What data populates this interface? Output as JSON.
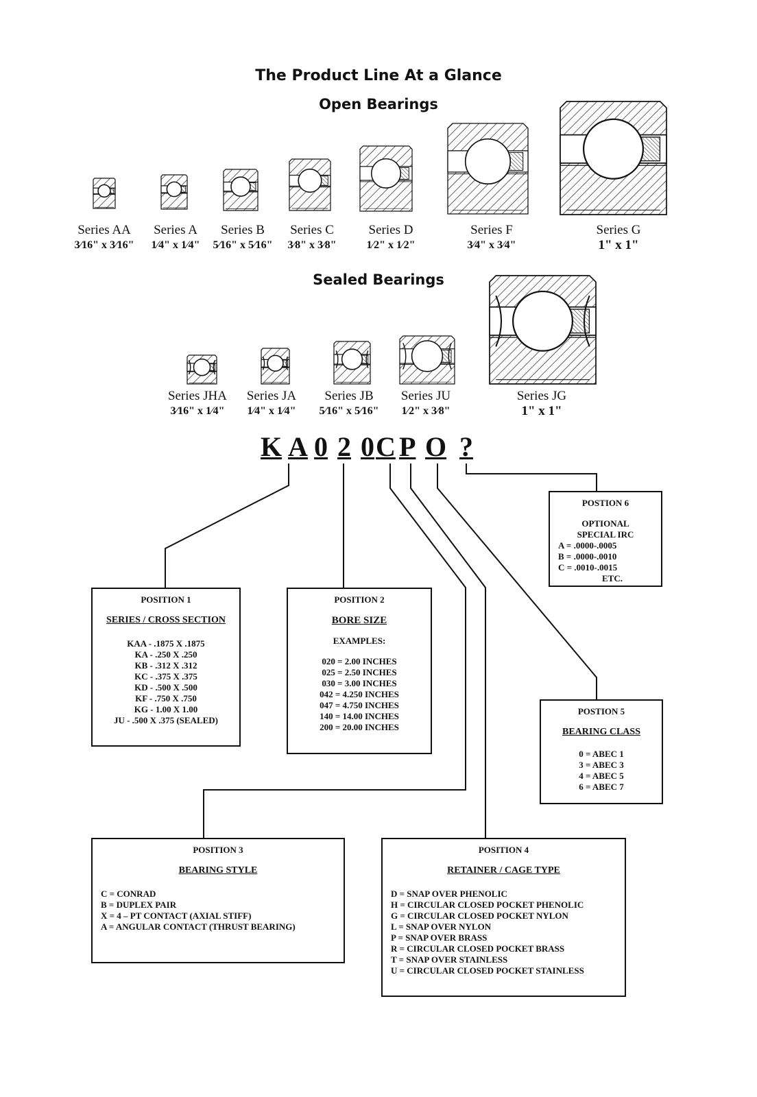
{
  "header": {
    "title": "The Product Line At a Glance",
    "open_title": "Open Bearings",
    "sealed_title": "Sealed Bearings"
  },
  "open_bearings": [
    {
      "name": "Series AA",
      "size": "3⁄16\" x 3⁄16\""
    },
    {
      "name": "Series A",
      "size": "1⁄4\" x 1⁄4\""
    },
    {
      "name": "Series B",
      "size": "5⁄16\" x 5⁄16\""
    },
    {
      "name": "Series C",
      "size": "3⁄8\" x 3⁄8\""
    },
    {
      "name": "Series D",
      "size": "1⁄2\" x 1⁄2\""
    },
    {
      "name": "Series F",
      "size": "3⁄4\" x 3⁄4\""
    },
    {
      "name": "Series G",
      "size": "1\" x 1\""
    }
  ],
  "sealed_bearings": [
    {
      "name": "Series JHA",
      "size": "3⁄16\" x 1⁄4\""
    },
    {
      "name": "Series JA",
      "size": "1⁄4\" x 1⁄4\""
    },
    {
      "name": "Series JB",
      "size": "5⁄16\" x 5⁄16\""
    },
    {
      "name": "Series JU",
      "size": "1⁄2\" x 3⁄8\""
    },
    {
      "name": "Series JG",
      "size": "1\" x 1\""
    }
  ],
  "part_code": [
    "K",
    "A",
    "0",
    "2",
    "0",
    "C",
    "P",
    "O",
    "?"
  ],
  "positions": {
    "p1": {
      "label": "POSITION 1",
      "title": "SERIES / CROSS SECTION",
      "lines": [
        "KAA - .1875 X .1875",
        "KA - .250 X .250",
        "KB - .312 X .312",
        "KC - .375 X .375",
        "KD - .500 X .500",
        "KF - .750 X .750",
        "KG - 1.00 X 1.00",
        "JU - .500 X .375 (SEALED)"
      ]
    },
    "p2": {
      "label": "POSITION 2",
      "title": "BORE SIZE",
      "subtitle": "EXAMPLES:",
      "lines": [
        "020 = 2.00 INCHES",
        "025 = 2.50 INCHES",
        "030 = 3.00 INCHES",
        "042 = 4.250 INCHES",
        "047 = 4.750 INCHES",
        "140 = 14.00 INCHES",
        "200 = 20.00 INCHES"
      ]
    },
    "p3": {
      "label": "POSITION 3",
      "title": "BEARING STYLE",
      "lines": [
        "C = CONRAD",
        "B = DUPLEX PAIR",
        "X = 4 – PT CONTACT (AXIAL STIFF)",
        "A = ANGULAR CONTACT (THRUST BEARING)"
      ]
    },
    "p4": {
      "label": "POSITION 4",
      "title": "RETAINER / CAGE TYPE",
      "lines": [
        "D = SNAP OVER PHENOLIC",
        "H = CIRCULAR CLOSED POCKET PHENOLIC",
        "G = CIRCULAR CLOSED POCKET NYLON",
        "L = SNAP OVER NYLON",
        "P = SNAP OVER BRASS",
        "R = CIRCULAR CLOSED POCKET BRASS",
        "T = SNAP OVER STAINLESS",
        "U = CIRCULAR CLOSED POCKET STAINLESS"
      ]
    },
    "p5": {
      "label": "POSTION 5",
      "title": "BEARING CLASS",
      "lines": [
        "0 = ABEC 1",
        "3 = ABEC 3",
        "4 = ABEC 5",
        "6 = ABEC 7"
      ]
    },
    "p6": {
      "label": "POSTION 6",
      "title1": "OPTIONAL",
      "title2": "SPECIAL IRC",
      "lines": [
        "A = .0000-.0005",
        "B = .0000-.0010",
        "C = .0010-.0015"
      ],
      "etc": "ETC."
    }
  },
  "colors": {
    "ink": "#111111",
    "paper": "#ffffff"
  }
}
